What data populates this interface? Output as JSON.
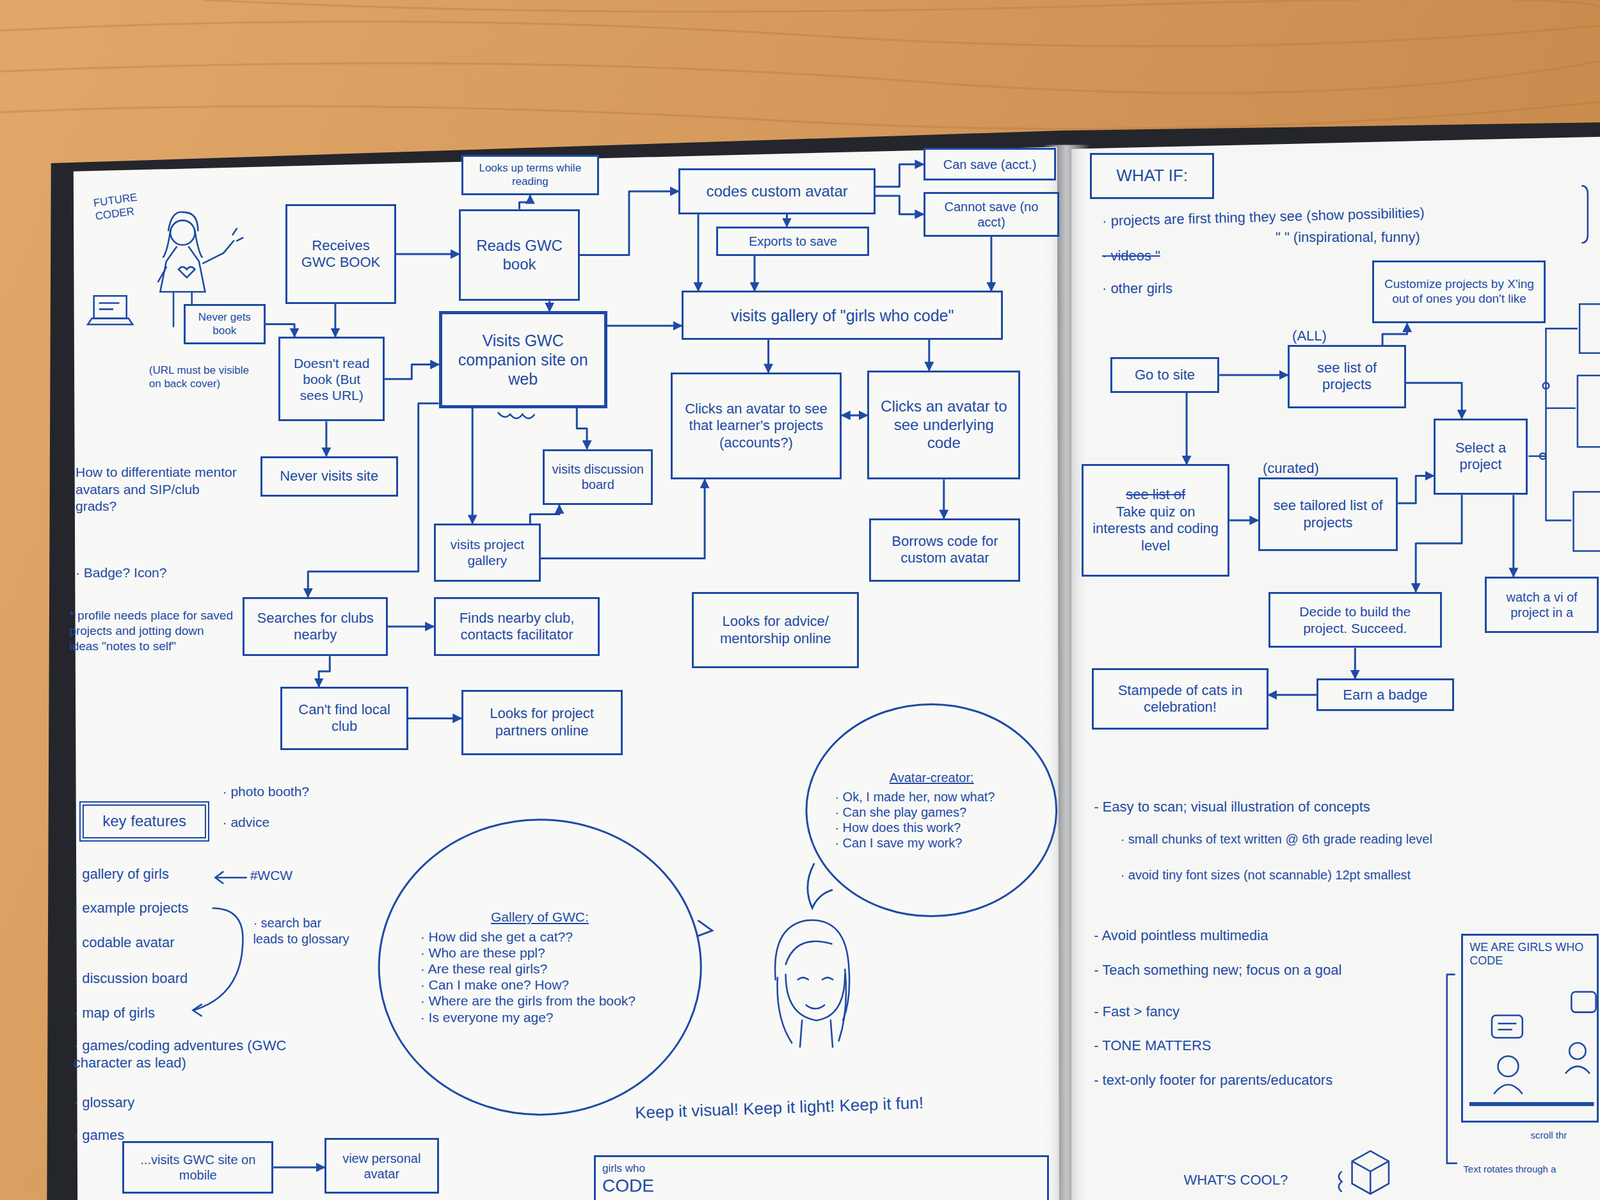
{
  "diagram": {
    "nodes": [
      {
        "text": [
          "Receives GWC BOOK"
        ]
      },
      {
        "text": [
          "Reads GWC book"
        ]
      },
      {
        "text": [
          "Looks up terms while reading"
        ]
      },
      {
        "text": [
          "codes custom avatar"
        ]
      },
      {
        "text": [
          "Can save (acct.)"
        ]
      },
      {
        "text": [
          "Cannot save (no acct)"
        ]
      },
      {
        "text": [
          "Exports to save"
        ]
      },
      {
        "text": [
          "Never gets book"
        ]
      },
      {
        "text": [
          "Doesn't read book (But sees URL)"
        ]
      },
      {
        "text": [
          "Visits GWC companion site on web"
        ]
      },
      {
        "text": [
          "visits gallery of \"girls who code\""
        ]
      },
      {
        "text": [
          "Clicks an avatar to see that learner's projects (accounts?)"
        ]
      },
      {
        "text": [
          "Clicks an avatar to see underlying code"
        ]
      },
      {
        "text": [
          "Never visits site"
        ]
      },
      {
        "text": [
          "visits discussion board"
        ]
      },
      {
        "text": [
          "visits project gallery"
        ]
      },
      {
        "text": [
          "Borrows code for custom avatar"
        ]
      },
      {
        "text": [
          "Searches for clubs nearby"
        ]
      },
      {
        "text": [
          "Finds nearby club, contacts facilitator"
        ]
      },
      {
        "text": [
          "Looks for advice/ mentorship online"
        ]
      },
      {
        "text": [
          "Can't find local club"
        ]
      },
      {
        "text": [
          "Looks for project partners online"
        ]
      },
      {
        "text": [
          "key features"
        ]
      },
      {
        "text": [
          "...visits GWC site on mobile"
        ]
      },
      {
        "text": [
          "view personal avatar"
        ]
      },
      {
        "text": [
          "Gallery of GWC:",
          "· How did she get a cat??",
          "· Who are these ppl?",
          "· Are these real girls?",
          "· Can I make one? How?",
          "· Where are the girls from the book?",
          "· Is everyone my age?"
        ]
      },
      {
        "text": [
          "Avatar-creator:",
          "· Ok, I made her, now what?",
          "· Can she play games?",
          "· How does this work?",
          "· Can I save my work?"
        ]
      },
      {
        "text": [
          "girls who",
          "CODE"
        ]
      },
      {
        "text": [
          "WHAT IF:"
        ]
      },
      {
        "text": [
          "Go to site"
        ]
      },
      {
        "text": [
          "(ALL)",
          "see list of projects"
        ]
      },
      {
        "text": [
          "Customize projects by X'ing out of ones you don't like"
        ]
      },
      {
        "text": [
          "Select a project"
        ]
      },
      {
        "text": [
          "see list of",
          "Take quiz on interests and coding level"
        ]
      },
      {
        "text": [
          "(curated)",
          "see tailored list of projects"
        ]
      },
      {
        "text": [
          "Decide to build the project. Succeed."
        ]
      },
      {
        "text": [
          "Earn a badge"
        ]
      },
      {
        "text": [
          "Stampede of cats in celebration!"
        ]
      },
      {
        "text": [
          "watch a vi of project in a"
        ]
      },
      {
        "text": [
          "WE ARE GIRLS WHO CODE"
        ]
      }
    ],
    "edges": [
      {
        "from": 0,
        "to": 1,
        "arrow": "to"
      },
      {
        "from": 0,
        "to": 8,
        "arrow": "to"
      },
      {
        "from": 1,
        "to": 2,
        "arrow": "to"
      },
      {
        "from": 1,
        "to": 9,
        "arrow": "to"
      },
      {
        "from": 1,
        "to": 3,
        "arrow": "to"
      },
      {
        "from": 7,
        "to": 8,
        "arrow": "to"
      },
      {
        "from": 8,
        "to": 9,
        "arrow": "to"
      },
      {
        "from": 8,
        "to": 13,
        "arrow": "to"
      },
      {
        "from": 9,
        "to": 10,
        "arrow": "to"
      },
      {
        "from": 3,
        "to": 4,
        "arrow": "to"
      },
      {
        "from": 3,
        "to": 5,
        "arrow": "to"
      },
      {
        "from": 3,
        "to": 6,
        "arrow": "to"
      },
      {
        "from": 3,
        "to": 10,
        "arrow": "to"
      },
      {
        "from": 6,
        "to": 10,
        "arrow": "to"
      },
      {
        "from": 5,
        "to": 10,
        "arrow": "to"
      },
      {
        "from": 10,
        "to": 11,
        "arrow": "to"
      },
      {
        "from": 10,
        "to": 12,
        "arrow": "to"
      },
      {
        "from": 11,
        "to": 12,
        "arrow": "both"
      },
      {
        "from": 12,
        "to": 16,
        "arrow": "to"
      },
      {
        "from": 9,
        "to": 14,
        "arrow": "to"
      },
      {
        "from": 9,
        "to": 15,
        "arrow": "to"
      },
      {
        "from": 15,
        "to": 14,
        "arrow": "to"
      },
      {
        "from": 15,
        "to": 11,
        "arrow": "to"
      },
      {
        "from": 9,
        "to": 17,
        "arrow": "to"
      },
      {
        "from": 17,
        "to": 18,
        "arrow": "to"
      },
      {
        "from": 17,
        "to": 20,
        "arrow": "to"
      },
      {
        "from": 20,
        "to": 21,
        "arrow": "to"
      },
      {
        "from": 23,
        "to": 24,
        "arrow": "to"
      },
      {
        "from": 29,
        "to": 30,
        "arrow": "to"
      },
      {
        "from": 29,
        "to": 33,
        "arrow": "to"
      },
      {
        "from": 33,
        "to": 34,
        "arrow": "to"
      },
      {
        "from": 34,
        "to": 32,
        "arrow": "to"
      },
      {
        "from": 30,
        "to": 32,
        "arrow": "to"
      },
      {
        "from": 30,
        "to": 31,
        "arrow": "to"
      },
      {
        "from": 32,
        "to": 35,
        "arrow": "to"
      },
      {
        "from": 32,
        "to": 38,
        "arrow": "to"
      },
      {
        "from": 35,
        "to": 36,
        "arrow": "to"
      },
      {
        "from": 36,
        "to": 37,
        "arrow": "to"
      }
    ],
    "labels": [
      "FUTURE CODER",
      "(URL must be visible on back cover)",
      "How to differentiate mentor avatars and SIP/club grads?",
      "· Badge? Icon?",
      "* profile needs place for saved projects and jotting down ideas \"notes to self\"",
      "· photo booth?",
      "· advice",
      "· gallery of girls",
      "· example projects",
      "· codable avatar",
      "· discussion board",
      "· map of girls",
      "· games/coding adventures (GWC character as lead)",
      "· glossary",
      "· games",
      "#WCW",
      "· search bar leads to glossary",
      "Keep it visual! Keep it light! Keep it fun!",
      "· projects are first thing they see (show possibilities)",
      "· videos \"",
      "\" \" (inspirational, funny)",
      "· other girls",
      "- Easy to scan; visual illustration of concepts",
      "· small chunks of text written @ 6th grade reading level",
      "· avoid tiny font sizes (not scannable) 12pt smallest",
      "- Avoid pointless multimedia",
      "- Teach something new; focus on a goal",
      "- Fast > fancy",
      "- TONE MATTERS",
      "- text-only footer for parents/educators",
      "WHAT'S COOL?",
      "scroll thr",
      "Text rotates through a"
    ]
  }
}
